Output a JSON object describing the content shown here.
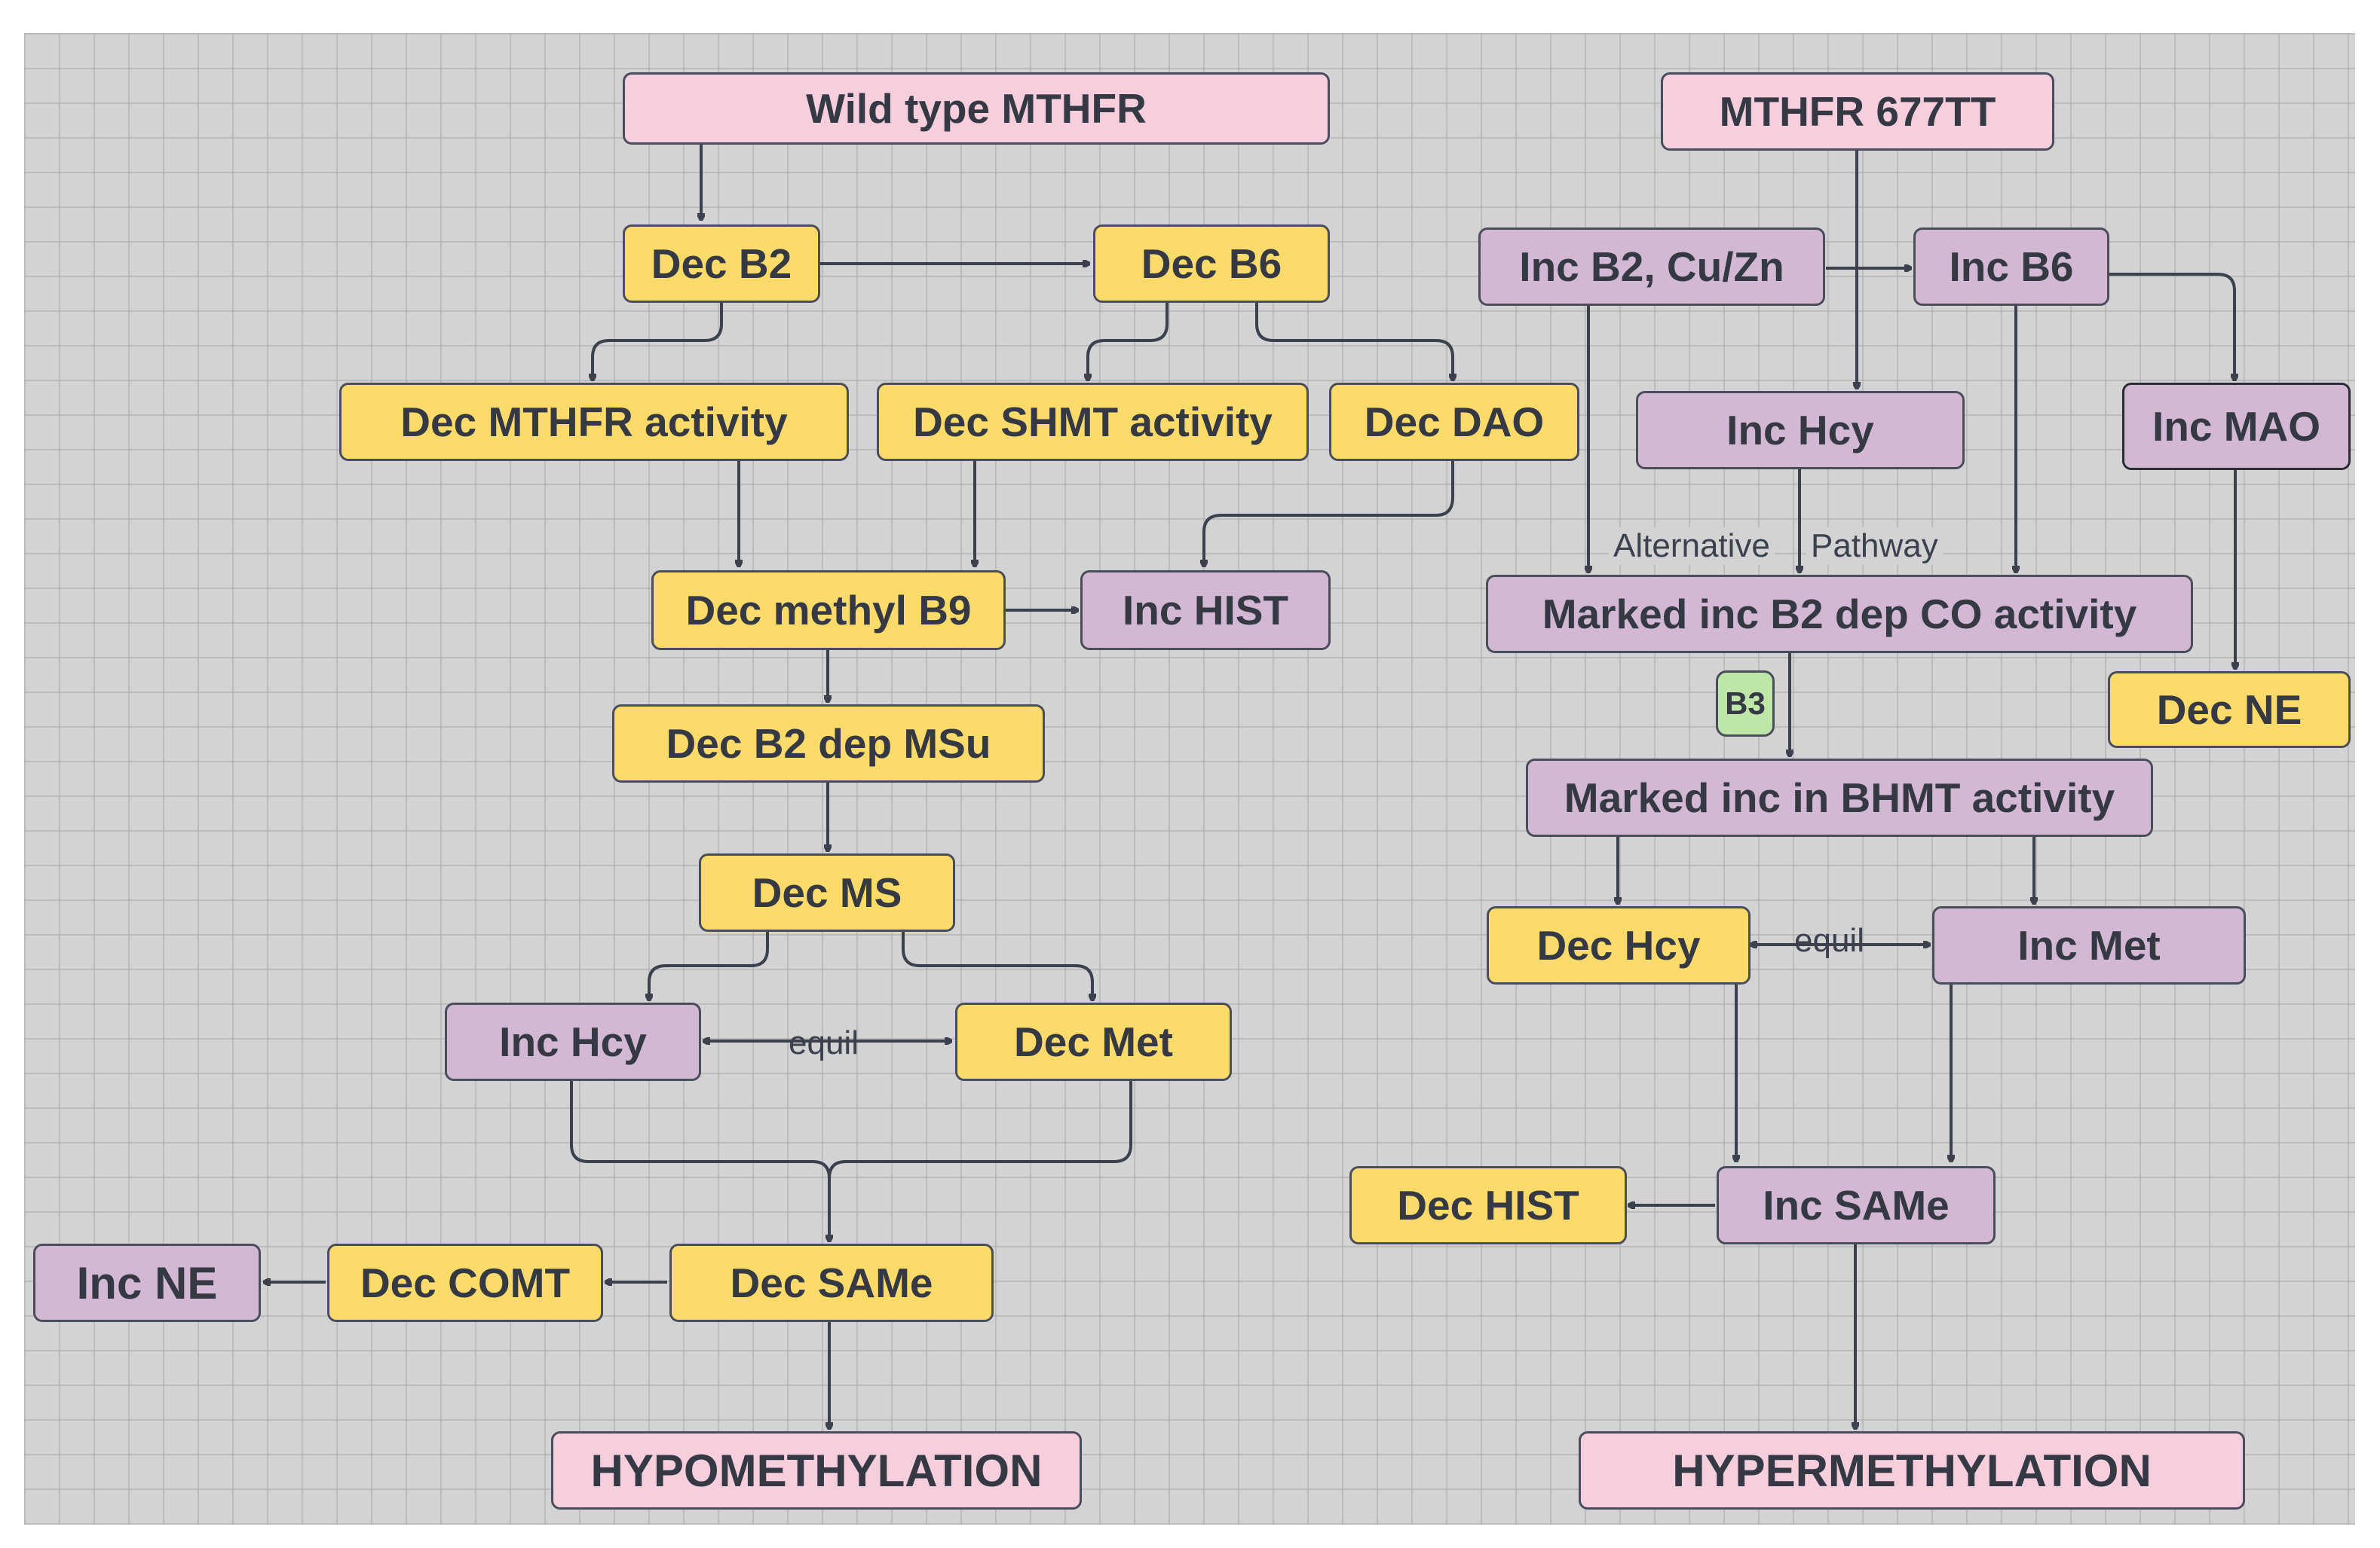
{
  "colors": {
    "yellow": "#fddb6a",
    "purple": "#d3b8d3",
    "pink": "#f7cfdc",
    "green": "#bfe6a9",
    "line": "#3c414d",
    "grid_bg": "#d3d3d3"
  },
  "nodes": {
    "wild_type": "Wild type MTHFR",
    "dec_b2": "Dec B2",
    "dec_b6": "Dec B6",
    "dec_mthfr_activity": "Dec MTHFR activity",
    "dec_shmt_activity": "Dec SHMT activity",
    "dec_dao": "Dec DAO",
    "dec_methyl_b9": "Dec methyl B9",
    "inc_hist": "Inc HIST",
    "dec_b2_dep_msu": "Dec B2 dep MSu",
    "dec_ms": "Dec MS",
    "inc_hcy_left": "Inc Hcy",
    "dec_met": "Dec Met",
    "dec_same": "Dec SAMe",
    "dec_comt": "Dec COMT",
    "inc_ne": "Inc NE",
    "hypomethylation": "HYPOMETHYLATION",
    "mthfr_677tt": "MTHFR 677TT",
    "inc_b2_cuzn": "Inc B2, Cu/Zn",
    "inc_b6": "Inc B6",
    "inc_hcy_right": "Inc Hcy",
    "inc_mao": "Inc MAO",
    "marked_inc_b2_co": "Marked inc B2 dep CO activity",
    "b3": "B3",
    "dec_ne": "Dec NE",
    "marked_inc_bhmt": "Marked inc in BHMT activity",
    "dec_hcy": "Dec Hcy",
    "inc_met": "Inc Met",
    "dec_hist": "Dec HIST",
    "inc_same": "Inc SAMe",
    "hypermethylation": "HYPERMETHYLATION"
  },
  "edge_labels": {
    "equil_left": "equil",
    "equil_right": "equil",
    "alternative": "Alternative",
    "pathway": "Pathway"
  }
}
